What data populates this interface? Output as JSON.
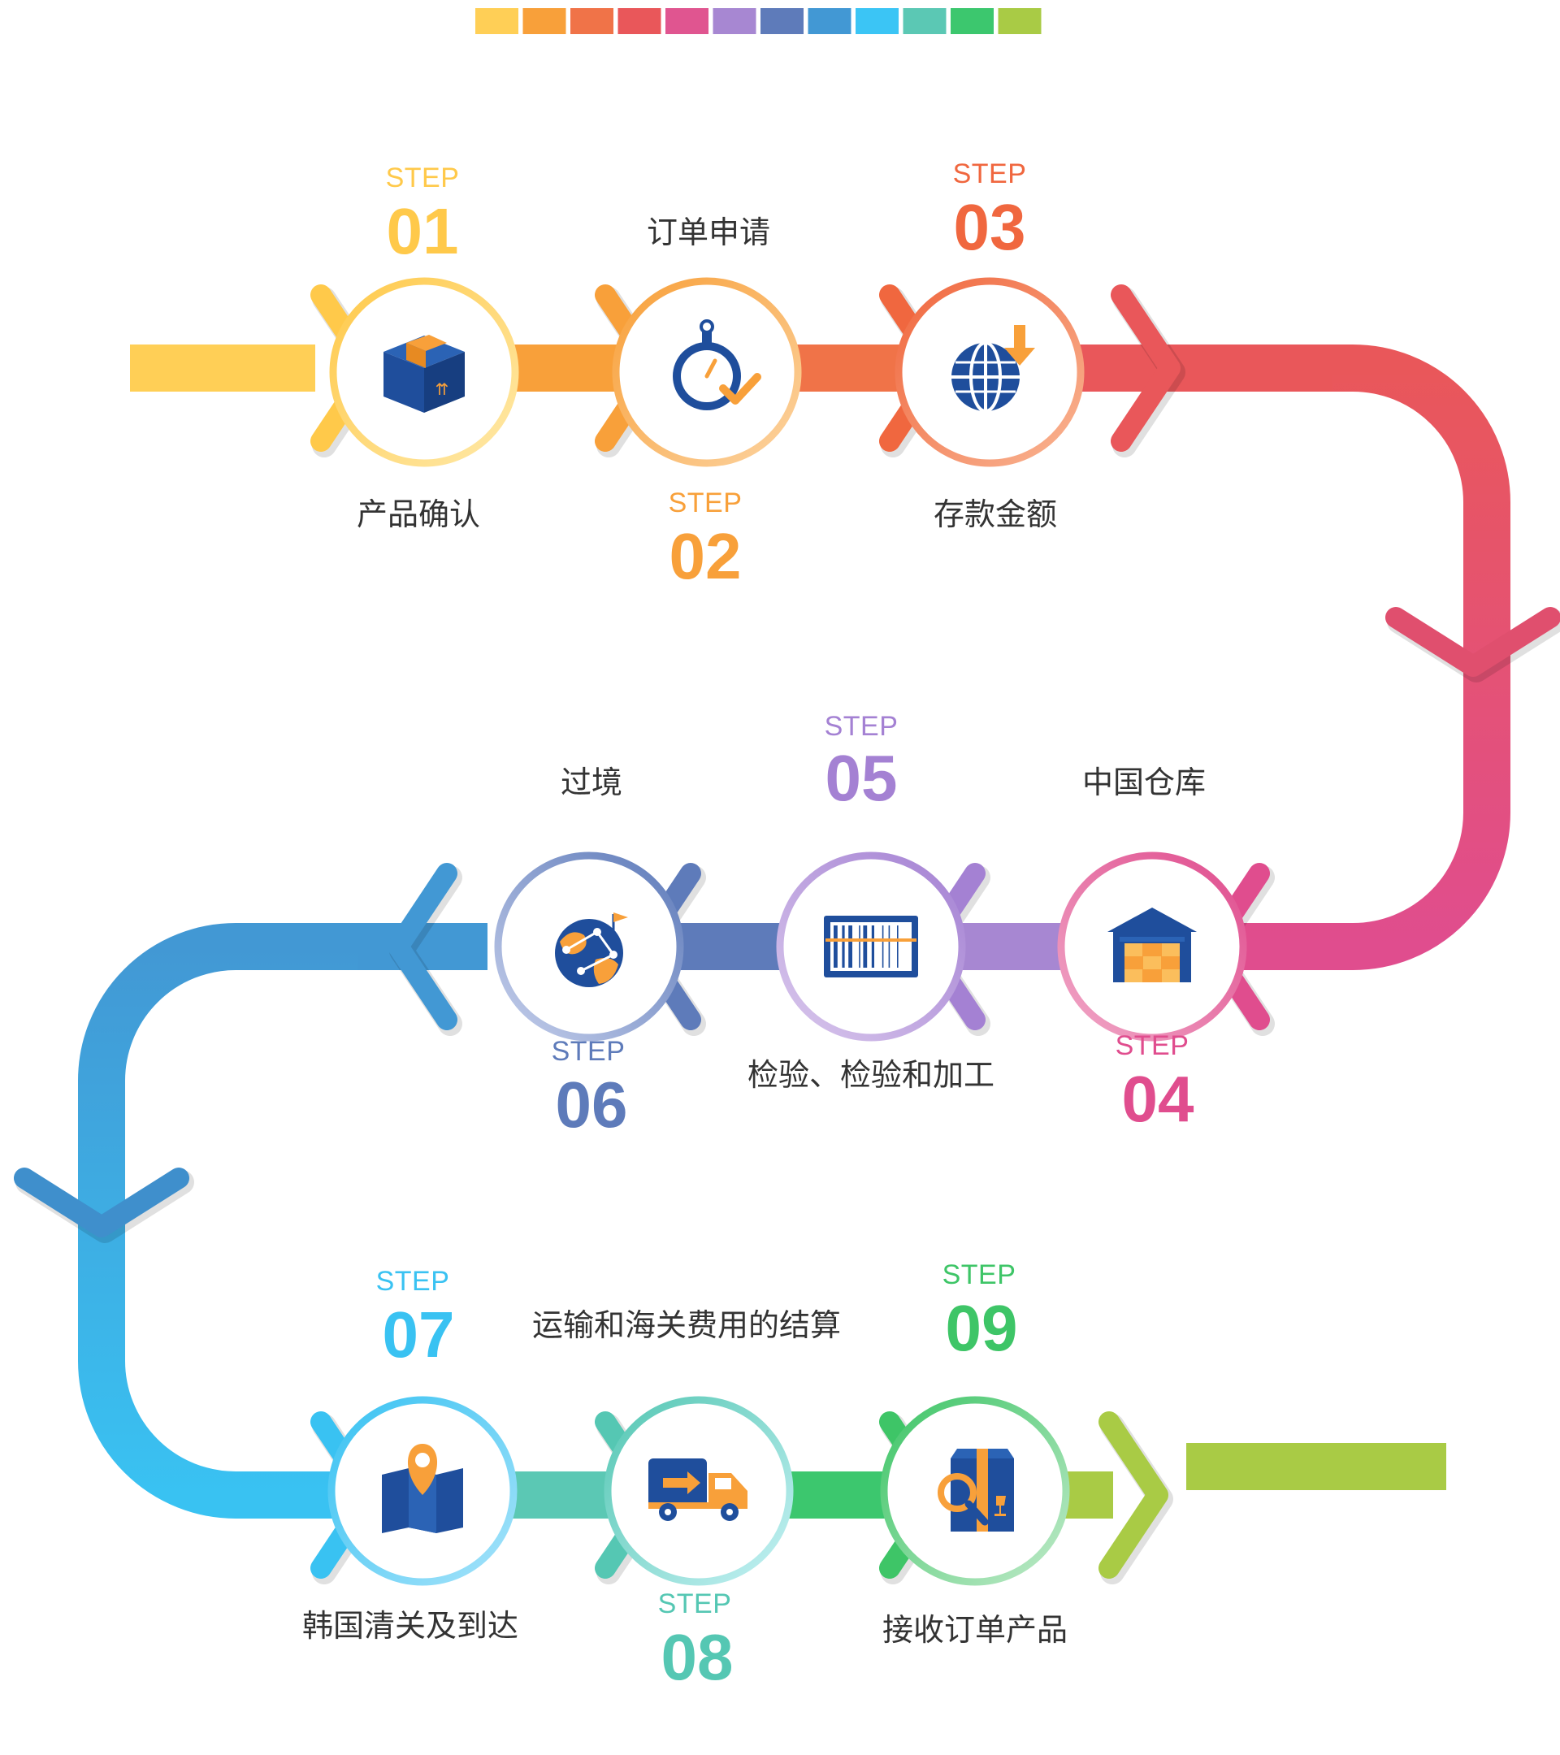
{
  "palette": [
    "#FFCF56",
    "#F8A03A",
    "#F07348",
    "#E9575A",
    "#E05590",
    "#A787D2",
    "#5E7BBA",
    "#4298D4",
    "#3BC5F5",
    "#5BC8B4",
    "#3CC76E",
    "#A9CB45"
  ],
  "steps": [
    {
      "step_word": "STEP",
      "number": "01",
      "label": "产品确认",
      "color": "#FFC94A",
      "icon": "package-box-icon"
    },
    {
      "step_word": "STEP",
      "number": "02",
      "label": "订单申请",
      "color": "#F8A03A",
      "icon": "stopwatch-check-icon"
    },
    {
      "step_word": "STEP",
      "number": "03",
      "label": "存款金额",
      "color": "#F0673F",
      "icon": "globe-download-icon"
    },
    {
      "step_word": "STEP",
      "number": "04",
      "label": "中国仓库",
      "color": "#E04D8E",
      "icon": "warehouse-icon"
    },
    {
      "step_word": "STEP",
      "number": "05",
      "label": "检验、检验和加工",
      "color": "#A481D3",
      "icon": "barcode-scan-icon"
    },
    {
      "step_word": "STEP",
      "number": "06",
      "label": "过境",
      "color": "#5E7BBA",
      "icon": "globe-route-icon"
    },
    {
      "step_word": "STEP",
      "number": "07",
      "label": "韩国清关及到达",
      "color": "#39C2F2",
      "icon": "map-pin-icon"
    },
    {
      "step_word": "STEP",
      "number": "08",
      "label": "运输和海关费用的结算",
      "color": "#55C7B3",
      "icon": "delivery-truck-icon"
    },
    {
      "step_word": "STEP",
      "number": "09",
      "label": "接收订单产品",
      "color": "#3EC567",
      "icon": "box-inspection-icon"
    }
  ]
}
